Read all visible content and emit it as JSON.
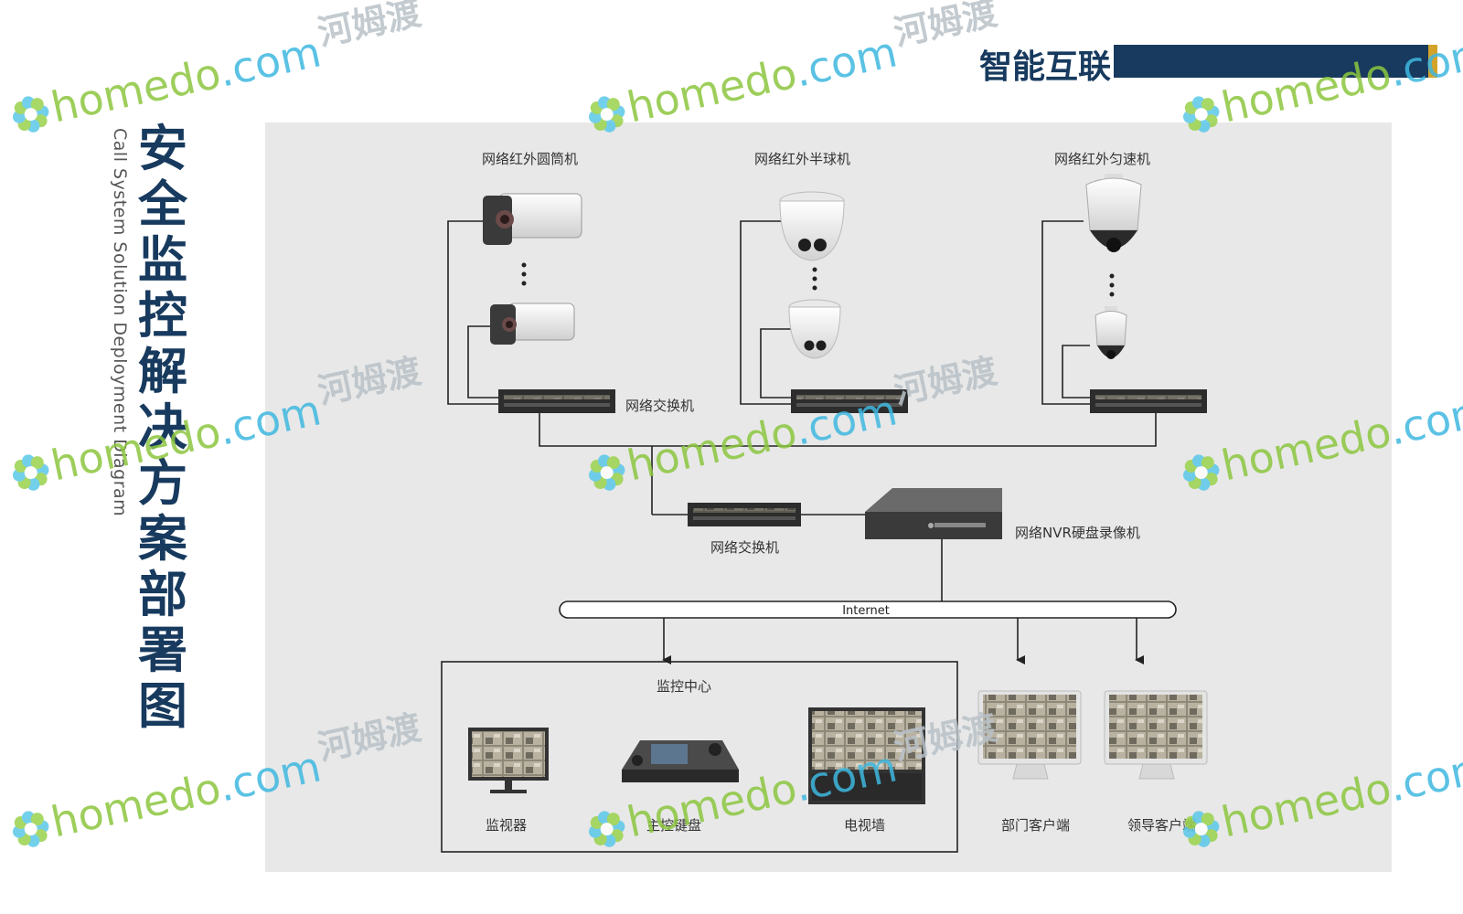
{
  "title": "安全监控解决方案部署图",
  "subtitle": "Call System Solution Deployment Diagram",
  "brand": "智能互联",
  "colors": {
    "navy": "#173a5e",
    "gold": "#d4a32a",
    "panel": "#e8e8e8",
    "line": "#222222"
  },
  "cameras": {
    "bullet": "网络红外圆筒机",
    "dome": "网络红外半球机",
    "ptz": "网络红外匀速机"
  },
  "switch_label_top": "网络交换机",
  "switch_label_mid": "网络交换机",
  "nvr_label": "网络NVR硬盘录像机",
  "internet_label": "Internet",
  "monitoring_center": {
    "title": "监控中心",
    "monitor": "监视器",
    "keyboard": "主控键盘",
    "tv_wall": "电视墙"
  },
  "clients": {
    "department": "部门客户端",
    "leader": "领导客户端"
  },
  "watermark": {
    "latin": "homedo.com",
    "cjk": "河姆渡"
  }
}
